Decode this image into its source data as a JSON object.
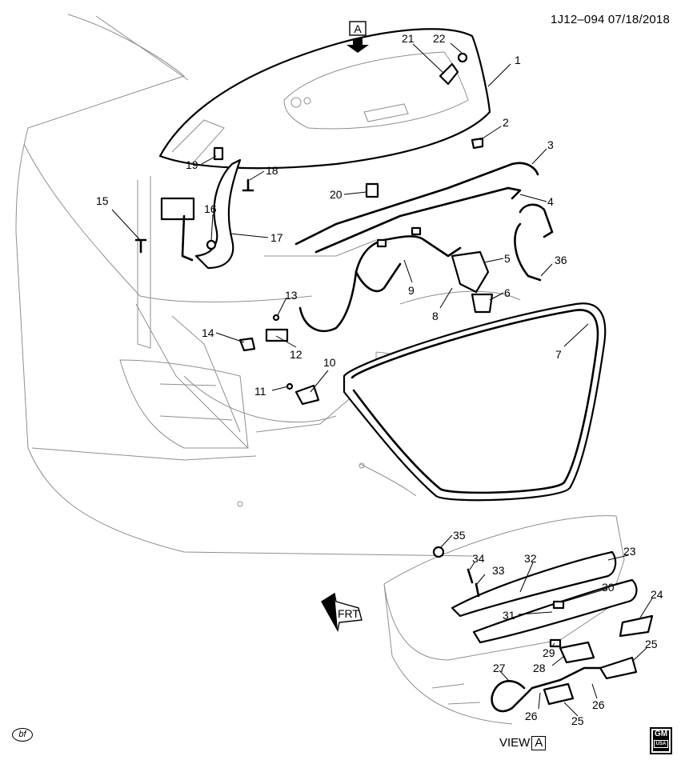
{
  "header": {
    "code": "1J12–094",
    "date": "07/18/2018"
  },
  "view_flag": "A",
  "view_label": {
    "text": "VIEW",
    "box": "A"
  },
  "front_label": "FRT",
  "logo_text": "bf",
  "gm_badge": {
    "letters": "GM",
    "sub": "USA"
  },
  "callouts": [
    "1",
    "2",
    "3",
    "4",
    "5",
    "6",
    "7",
    "8",
    "9",
    "10",
    "11",
    "12",
    "13",
    "14",
    "15",
    "16",
    "17",
    "18",
    "19",
    "20",
    "21",
    "22",
    "23",
    "24",
    "25",
    "25",
    "26",
    "26",
    "27",
    "28",
    "29",
    "30",
    "31",
    "32",
    "33",
    "34",
    "35",
    "36"
  ]
}
